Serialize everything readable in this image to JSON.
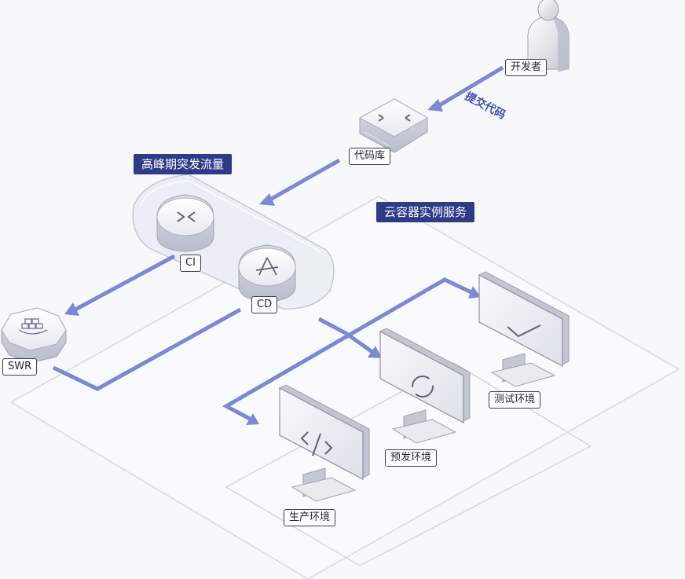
{
  "developer": {
    "label": "开发者"
  },
  "flow": {
    "commit_label": "提交代码"
  },
  "repository": {
    "label": "代码库"
  },
  "burst": {
    "title": "高峰期突发流量",
    "ci_label": "CI",
    "cd_label": "CD"
  },
  "registry": {
    "label": "SWR"
  },
  "cci": {
    "title": "云容器实例服务",
    "test_env": "测试环境",
    "staging_env": "预发环境",
    "prod_env": "生产环境"
  },
  "colors": {
    "arrow": "#7b88d6",
    "tag_bg": "#2e3b86",
    "outline": "#c5cde8",
    "device_top": "#eef0f6",
    "device_side": "#c8ccd8"
  }
}
